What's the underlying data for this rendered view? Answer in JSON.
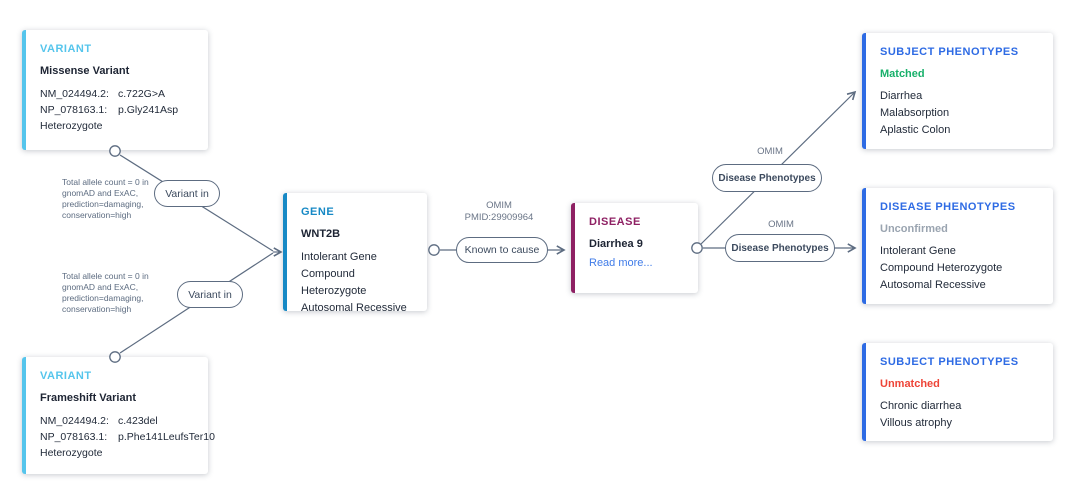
{
  "diagram": {
    "nodes": {
      "variant_top": {
        "type_label": "VARIANT",
        "name": "Missense Variant",
        "transcript_label": "NM_024494.2:",
        "transcript_value": "c.722G>A",
        "protein_label": "NP_078163.1:",
        "protein_value": "p.Gly241Asp",
        "zygosity": "Heterozygote"
      },
      "variant_bottom": {
        "type_label": "VARIANT",
        "name": "Frameshift Variant",
        "transcript_label": "NM_024494.2:",
        "transcript_value": "c.423del",
        "protein_label": "NP_078163.1:",
        "protein_value": "p.Phe141LeufsTer10",
        "zygosity": "Heterozygote"
      },
      "gene": {
        "type_label": "GENE",
        "name": "WNT2B",
        "attributes": [
          "Intolerant Gene",
          "Compound Heterozygote",
          "Autosomal Recessive"
        ]
      },
      "disease": {
        "type_label": "DISEASE",
        "name": "Diarrhea 9",
        "link": "Read more..."
      },
      "subject_phenotypes_matched": {
        "type_label": "SUBJECT PHENOTYPES",
        "status": "Matched",
        "items": [
          "Diarrhea",
          "Malabsorption",
          "Aplastic Colon"
        ]
      },
      "disease_phenotypes": {
        "type_label": "DISEASE PHENOTYPES",
        "status": "Unconfirmed",
        "items": [
          "Intolerant Gene",
          "Compound Heterozygote",
          "Autosomal Recessive"
        ]
      },
      "subject_phenotypes_unmatched": {
        "type_label": "SUBJECT PHENOTYPES",
        "status": "Unmatched",
        "items": [
          "Chronic diarrhea",
          "Villous atrophy"
        ]
      }
    },
    "edges": {
      "variant_top_to_gene": {
        "label": "Variant in",
        "annotation": "Total allele count = 0 in\ngnomAD and ExAC,\nprediction=damaging,\nconservation=high"
      },
      "variant_bottom_to_gene": {
        "label": "Variant in",
        "annotation": "Total allele count = 0 in\ngnomAD and ExAC,\nprediction=damaging,\nconservation=high"
      },
      "gene_to_disease": {
        "label": "Known to cause",
        "source_line1": "OMIM",
        "source_line2": "PMID:29909964"
      },
      "disease_to_subject_phenotypes": {
        "label": "Disease Phenotypes",
        "source": "OMIM"
      },
      "disease_to_disease_phenotypes": {
        "label": "Disease Phenotypes",
        "source": "OMIM"
      }
    },
    "colors": {
      "variant_accent": "#55c5ec",
      "gene_accent": "#1789c5",
      "disease_accent": "#8e2063",
      "phenotype_accent": "#2e6be4",
      "matched": "#17b06a",
      "unmatched": "#ee4437",
      "unconfirmed": "#9aa4b0",
      "link": "#3f7be8",
      "edge": "#5d6c81"
    }
  }
}
